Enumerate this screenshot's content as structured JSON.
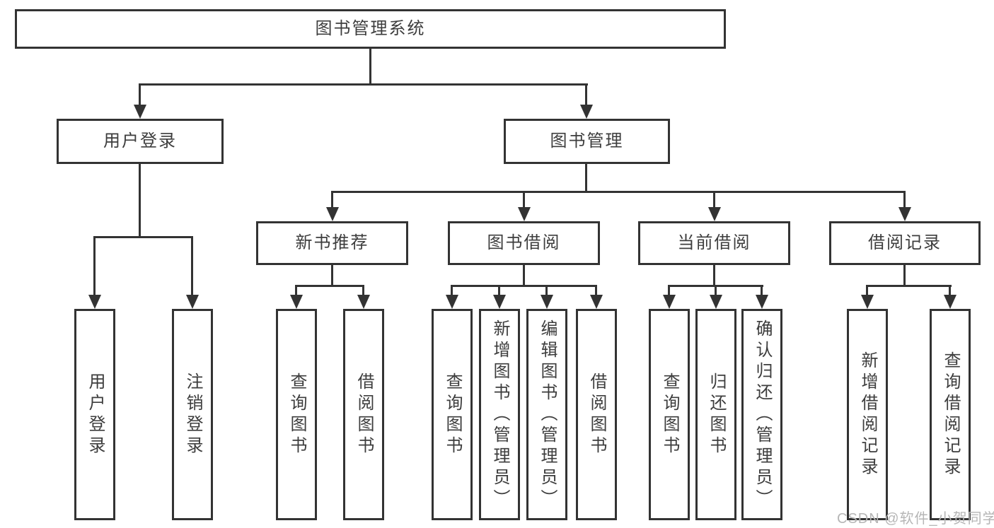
{
  "colors": {
    "line": "#333333",
    "text": "#3d3d3d",
    "background": "#ffffff",
    "watermark": "#b6b6b6"
  },
  "tree": {
    "root": {
      "label": "图书管理系统",
      "children": [
        {
          "label": "用户登录",
          "children": [
            {
              "label": "用户登录"
            },
            {
              "label": "注销登录"
            }
          ]
        },
        {
          "label": "图书管理",
          "children": [
            {
              "label": "新书推荐",
              "children": [
                {
                  "label": "查询图书"
                },
                {
                  "label": "借阅图书"
                }
              ]
            },
            {
              "label": "图书借阅",
              "children": [
                {
                  "label": "查询图书"
                },
                {
                  "label": "新增图书（管理员）"
                },
                {
                  "label": "编辑图书（管理员）"
                },
                {
                  "label": "借阅图书"
                }
              ]
            },
            {
              "label": "当前借阅",
              "children": [
                {
                  "label": "查询图书"
                },
                {
                  "label": "归还图书"
                },
                {
                  "label": "确认归还（管理员）"
                }
              ]
            },
            {
              "label": "借阅记录",
              "children": [
                {
                  "label": "新增借阅记录"
                },
                {
                  "label": "查询借阅记录"
                }
              ]
            }
          ]
        }
      ]
    }
  },
  "watermark": {
    "text": "CSDN @软件_小贺同学"
  }
}
